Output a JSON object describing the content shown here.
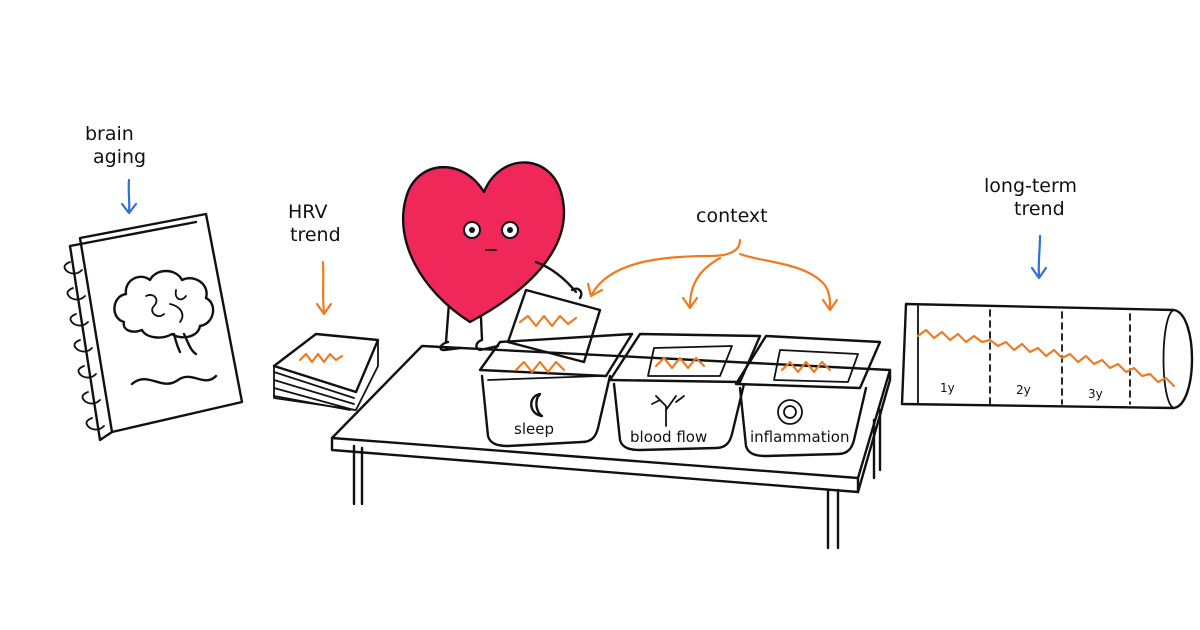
{
  "colors": {
    "ink": "#111111",
    "heart": "#F0285A",
    "trend": "#F07A1E",
    "pointer": "#2F6FD6"
  },
  "labels": {
    "brain_aging": [
      "brain",
      "aging"
    ],
    "hrv_trend": [
      "HRV",
      "trend"
    ],
    "context": "context",
    "long_term_trend": [
      "long-term",
      "trend"
    ]
  },
  "bins": [
    {
      "label": "sleep",
      "icon": "moon-icon"
    },
    {
      "label": "blood flow",
      "icon": "branching-vessel-icon"
    },
    {
      "label": "inflammation",
      "icon": "concentric-circles-icon"
    }
  ],
  "timeline": {
    "ticks": [
      "1y",
      "2y",
      "3y"
    ]
  },
  "icons": [
    "brain-icon",
    "heart-character-icon",
    "notebook-icon",
    "card-stack-icon",
    "scroll-icon",
    "arrow-down-icon"
  ]
}
